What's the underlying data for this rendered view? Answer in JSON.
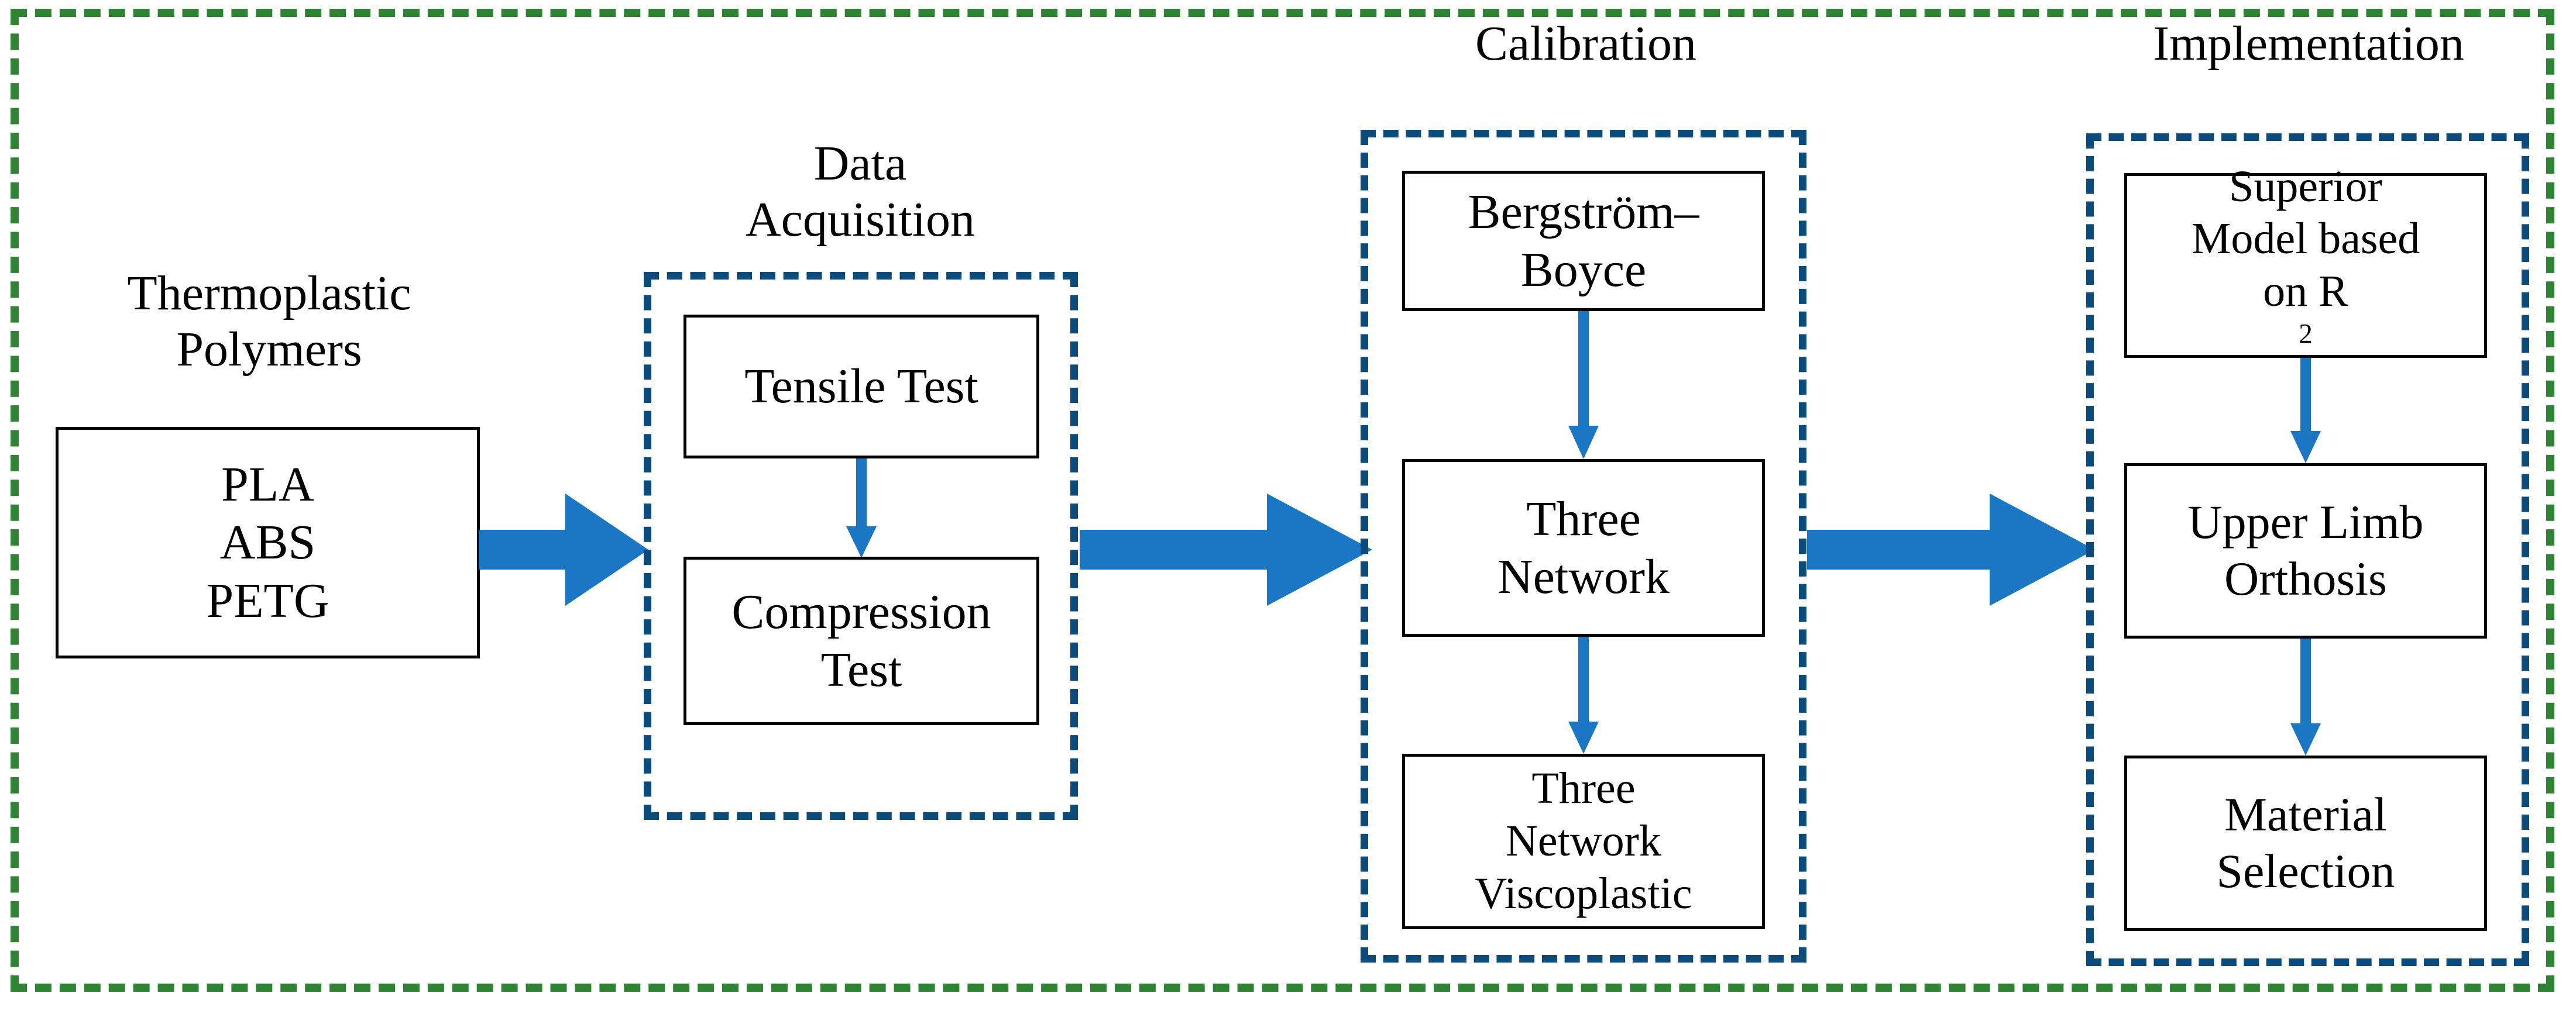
{
  "diagram": {
    "title_absent": true,
    "colors": {
      "outer_border_green": "#2f8433",
      "group_border_blue": "#0b4c7c",
      "arrow_blue": "#1b76c4",
      "node_border_black": "#000000",
      "background": "#ffffff"
    }
  },
  "stages": [
    {
      "caption": "Thermoplastic\nPolymers",
      "nodes": [
        {
          "lines": "PLA\nABS\nPETG"
        }
      ]
    },
    {
      "caption": "Data\nAcquisition",
      "nodes": [
        {
          "lines": "Tensile Test"
        },
        {
          "lines": "Compression\nTest"
        }
      ]
    },
    {
      "caption": "Calibration",
      "nodes": [
        {
          "lines": "Bergström–\nBoyce"
        },
        {
          "lines": "Three\nNetwork"
        },
        {
          "lines": "Three\nNetwork\nViscoplastic"
        }
      ]
    },
    {
      "caption": "Implementation",
      "nodes": [
        {
          "lines": "Superior\nModel based\non R",
          "sup": "2"
        },
        {
          "lines": "Upper Limb\nOrthosis"
        },
        {
          "lines": "Material\nSelection"
        }
      ]
    }
  ],
  "connectors": {
    "stage_arrows": [
      {
        "from": "Thermoplastic Polymers",
        "to": "Data Acquisition"
      },
      {
        "from": "Data Acquisition",
        "to": "Calibration"
      },
      {
        "from": "Calibration",
        "to": "Implementation"
      }
    ],
    "vertical_arrows": [
      {
        "from": "Tensile Test",
        "to": "Compression Test"
      },
      {
        "from": "Bergström–Boyce",
        "to": "Three Network"
      },
      {
        "from": "Three Network",
        "to": "Three Network Viscoplastic"
      },
      {
        "from": "Superior Model based on R2",
        "to": "Upper Limb Orthosis"
      },
      {
        "from": "Upper Limb Orthosis",
        "to": "Material Selection"
      }
    ]
  }
}
